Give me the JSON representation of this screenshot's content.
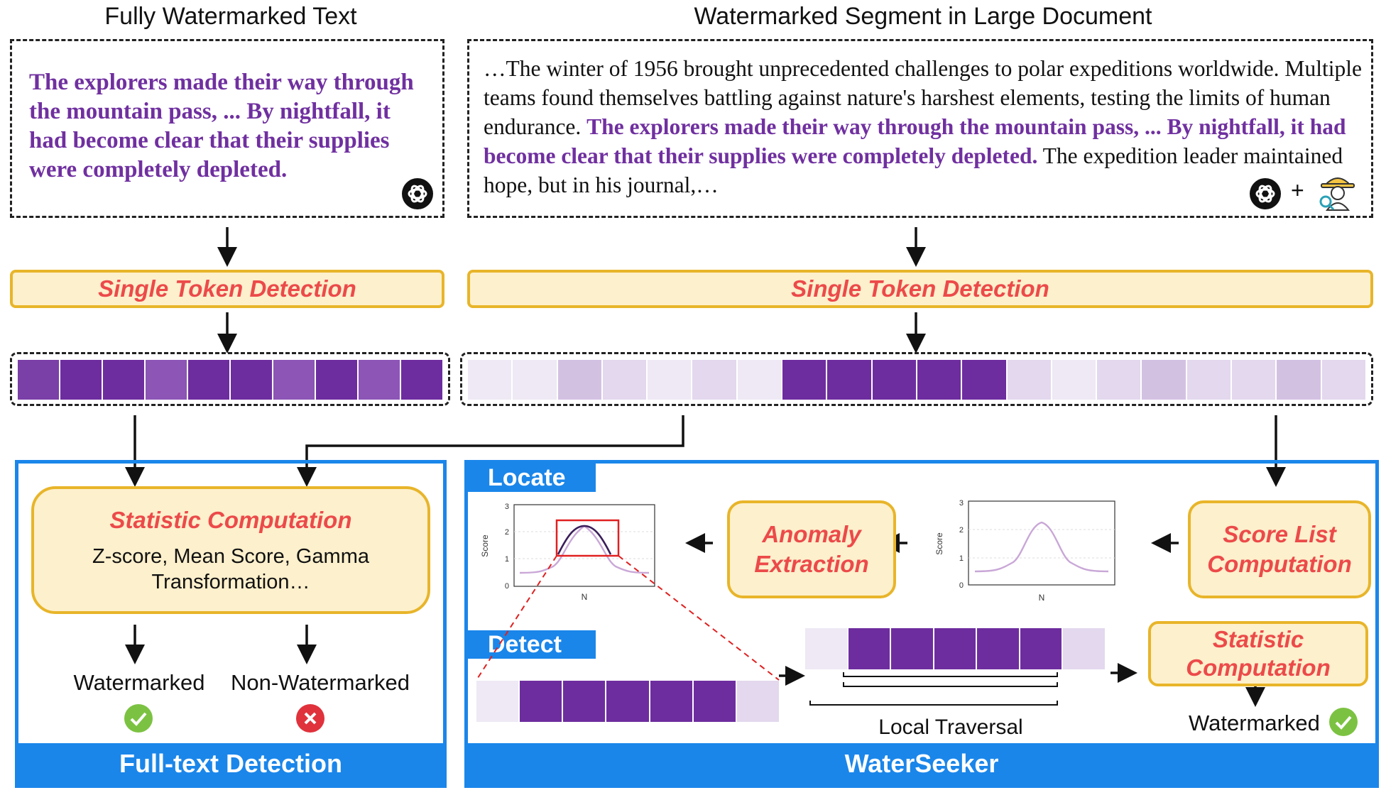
{
  "left_panel": {
    "title": "Fully Watermarked Text",
    "text": "The explorers made their way through the mountain pass, ... By nightfall, it had become clear that their supplies were completely depleted.",
    "detection_label": "Single Token Detection",
    "token_colors": [
      "#7b3fa8",
      "#6e2d9f",
      "#6e2d9f",
      "#8c55b6",
      "#6e2d9f",
      "#6e2d9f",
      "#8c55b6",
      "#6e2d9f",
      "#8c55b6",
      "#6e2d9f"
    ]
  },
  "right_panel": {
    "title": "Watermarked Segment in Large Document",
    "text_before": "…The winter of 1956 brought unprecedented challenges to polar expeditions worldwide. Multiple teams found themselves battling against nature's harshest elements, testing the limits of human endurance. ",
    "text_watermarked": "The explorers made their way through the mountain pass, ... By nightfall, it had become clear that their supplies were completely depleted.",
    "text_after": " The expedition leader maintained hope, but in his journal,…",
    "plus_sign": "+",
    "detection_label": "Single Token Detection",
    "token_colors": [
      "#eee9f4",
      "#eee9f4",
      "#d3c1e2",
      "#e3d8ee",
      "#eee9f4",
      "#e3d8ee",
      "#eee9f4",
      "#6e2d9f",
      "#6e2d9f",
      "#6e2d9f",
      "#6e2d9f",
      "#6e2d9f",
      "#e3d8ee",
      "#eee9f4",
      "#e3d8ee",
      "#d3c1e2",
      "#e3d8ee",
      "#e3d8ee",
      "#d3c1e2",
      "#e3d8ee"
    ]
  },
  "full_text_detection": {
    "footer": "Full-text Detection",
    "statistic_title": "Statistic Computation",
    "statistic_desc": "Z-score, Mean Score, Gamma Transformation…",
    "watermarked_label": "Watermarked",
    "non_watermarked_label": "Non-Watermarked"
  },
  "waterseeker": {
    "footer": "WaterSeeker",
    "locate_tag": "Locate",
    "detect_tag": "Detect",
    "anomaly_extraction": "Anomaly Extraction",
    "score_list_computation": "Score List Computation",
    "statistic_computation": "Statistic Computation",
    "local_traversal": "Local Traversal",
    "result_label": "Watermarked",
    "plot_xlabel": "N",
    "plot_ylabel": "Score",
    "plot_yticks": [
      "0",
      "1",
      "2",
      "3"
    ],
    "detect_strip_colors": [
      "#eee9f4",
      "#6e2d9f",
      "#6e2d9f",
      "#6e2d9f",
      "#6e2d9f",
      "#6e2d9f",
      "#e3d8ee"
    ],
    "traversal_strip_colors": [
      "#eee9f4",
      "#6e2d9f",
      "#6e2d9f",
      "#6e2d9f",
      "#6e2d9f",
      "#6e2d9f",
      "#e3d8ee"
    ]
  },
  "colors": {
    "watermark_purple": "#7030a0",
    "accent_blue": "#1a86ea",
    "box_fill": "#fdf0cc",
    "box_border": "#e8b52a",
    "label_red": "#ec4a4a",
    "check_green": "#7cc242",
    "cross_red": "#e0323c"
  },
  "icons": [
    "openai-logo-icon",
    "detective-avatar-icon",
    "check-icon",
    "cross-icon"
  ]
}
